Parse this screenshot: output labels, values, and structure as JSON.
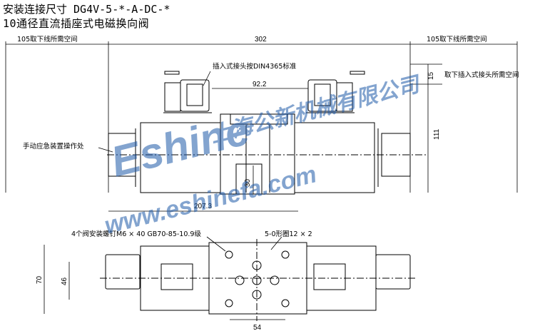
{
  "title_line1": "安装连接尺寸 DG4V-5-*-A-DC-*",
  "title_line2": "10通径直流插座式电磁换向阀",
  "dims": {
    "left_space": "105取下线所需空间",
    "total_length": "302",
    "right_space": "105取下线所需空间",
    "connector_note": "插入式接头按DIN4365标准",
    "connector_removal": "取下插入式接头所需空间",
    "val_15": "15",
    "val_92_2": "92.2",
    "val_111": "111",
    "manual_override": "手动应急装置操作处",
    "val_30": "30",
    "val_207_3": "207.3",
    "mounting_screws": "4个阀安装螺钉M6 × 40 GB70-85-10.9级",
    "o_ring": "5-0形圈12 × 2",
    "val_70": "70",
    "val_46": "46",
    "val_54": "54"
  },
  "watermark": {
    "logo_text": "Eshine",
    "company_cn": "上海公新机械有限公司",
    "url": "www.eshinefa.com",
    "color": "#1e5aa8"
  }
}
